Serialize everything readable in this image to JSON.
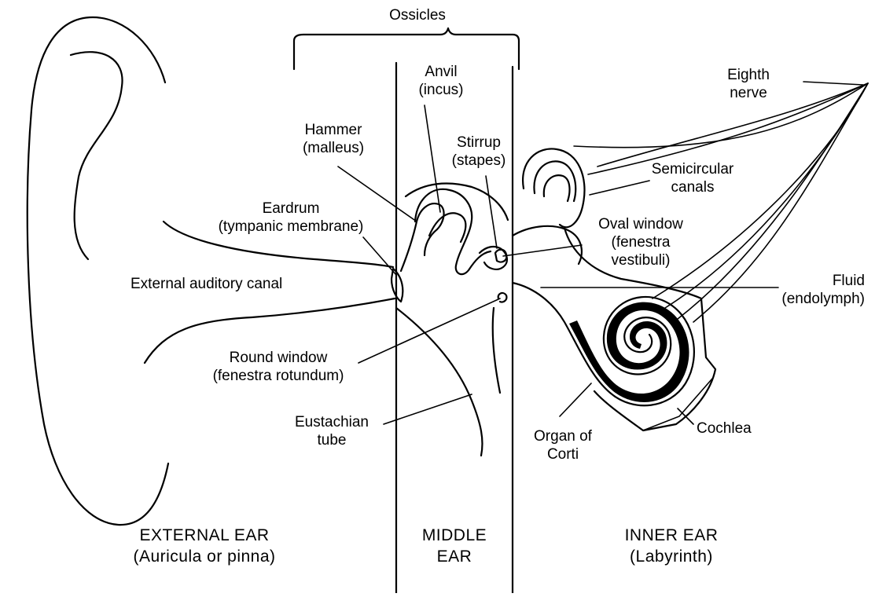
{
  "labels": {
    "ossicles": "Ossicles",
    "anvil": [
      "Anvil",
      "(incus)"
    ],
    "hammer": [
      "Hammer",
      "(malleus)"
    ],
    "stirrup": [
      "Stirrup",
      "(stapes)"
    ],
    "eighth_nerve": [
      "Eighth",
      "nerve"
    ],
    "semicircular_canals": [
      "Semicircular",
      "canals"
    ],
    "eardrum": [
      "Eardrum",
      "(tympanic membrane)"
    ],
    "oval_window": [
      "Oval window",
      "(fenestra",
      "vestibuli)"
    ],
    "external_auditory_canal": "External auditory canal",
    "fluid": [
      "Fluid",
      "(endolymph)"
    ],
    "round_window": [
      "Round window",
      "(fenestra rotundum)"
    ],
    "eustachian_tube": [
      "Eustachian",
      "tube"
    ],
    "organ_of_corti": [
      "Organ of",
      "Corti"
    ],
    "cochlea": "Cochlea"
  },
  "sections": {
    "external": [
      "EXTERNAL EAR",
      "(Auricula or pinna)"
    ],
    "middle": [
      "MIDDLE",
      "EAR"
    ],
    "inner": [
      "INNER EAR",
      "(Labyrinth)"
    ]
  }
}
